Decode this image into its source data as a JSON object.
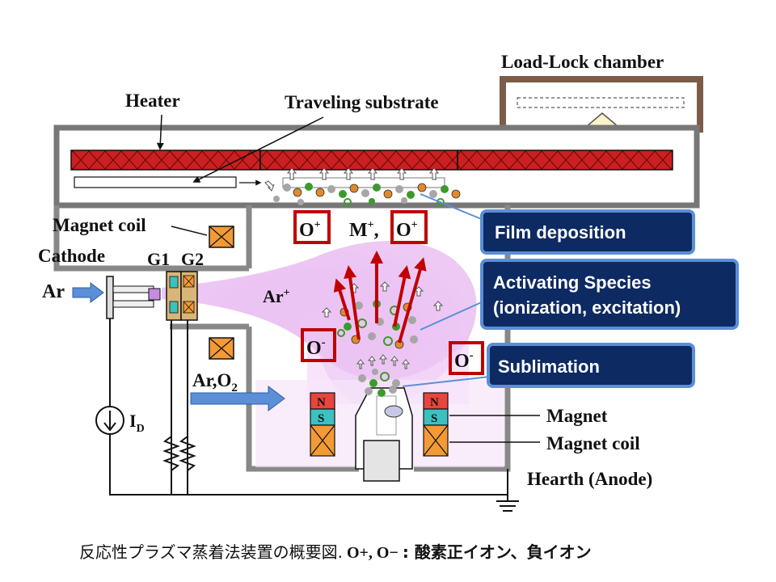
{
  "labels": {
    "load_lock": "Load-Lock chamber",
    "heater": "Heater",
    "traveling_substrate": "Traveling substrate",
    "magnet_coil_left": "Magnet coil",
    "cathode": "Cathode",
    "g1": "G1",
    "g2": "G2",
    "ar": "Ar",
    "ar_plus": "Ar",
    "ar_plus_sup": "+",
    "ar_o2": "Ar,O",
    "ar_o2_sub": "2",
    "id": "I",
    "id_sub": "D",
    "magnet": "Magnet",
    "magnet_coil_right": "Magnet coil",
    "hearth": "Hearth (Anode)",
    "n": "N",
    "s": "S"
  },
  "ions": {
    "o": "O",
    "plus": "+",
    "minus": "-",
    "m": "M",
    "comma": ","
  },
  "callouts": {
    "film": "Film deposition",
    "activating_1": "Activating Species",
    "activating_2": "(ionization, excitation)",
    "sublimation": "Sublimation"
  },
  "caption": {
    "jp1": "反応性プラズマ蒸着法装置の概要図.",
    "ions": "O+, O−",
    "jp2": ": 酸素正イオン、負イオン"
  },
  "colors": {
    "heater": "#cc1f1f",
    "callout_fill": "#0d2a63",
    "callout_edge": "#5b8fd6",
    "ion_box": "#c00000",
    "plasma": "#d98ce8",
    "coil": "#f39a35",
    "load_lock": "#7a5c48",
    "magnet_n": "#e8453c",
    "magnet_s": "#3cc1c1"
  }
}
